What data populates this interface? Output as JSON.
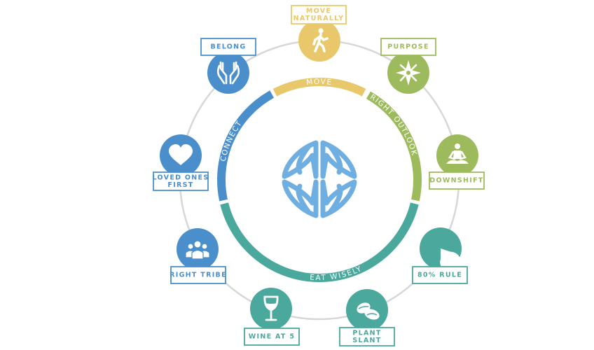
{
  "colors": {
    "yellow": "#E8C86A",
    "green": "#9DBB5C",
    "teal": "#4AA89C",
    "blue": "#4A8FCB",
    "logo": "#6FAEE0",
    "ring": "#d7d7d7"
  },
  "segments": [
    {
      "name": "move",
      "label": "MOVE",
      "color": "yellow"
    },
    {
      "name": "right-outlook",
      "label": "RIGHT OUTLOOK",
      "color": "green"
    },
    {
      "name": "eat-wisely",
      "label": "EAT WISELY",
      "color": "teal"
    },
    {
      "name": "connect",
      "label": "CONNECT",
      "color": "blue"
    }
  ],
  "nodes": [
    {
      "name": "move-naturally",
      "lines": [
        "MOVE",
        "NATURALLY"
      ],
      "color": "yellow",
      "icon": "walking-person-icon"
    },
    {
      "name": "purpose",
      "lines": [
        "PURPOSE"
      ],
      "color": "green",
      "icon": "compass-star-icon"
    },
    {
      "name": "downshift",
      "lines": [
        "DOWNSHIFT"
      ],
      "color": "green",
      "icon": "meditating-person-icon"
    },
    {
      "name": "80-rule",
      "lines": [
        "80% RULE"
      ],
      "color": "teal",
      "icon": "pie-80-percent-icon"
    },
    {
      "name": "plant-slant",
      "lines": [
        "PLANT",
        "SLANT"
      ],
      "color": "teal",
      "icon": "beans-icon"
    },
    {
      "name": "wine-at-5",
      "lines": [
        "WINE AT 5"
      ],
      "color": "teal",
      "icon": "wine-glass-icon"
    },
    {
      "name": "right-tribe",
      "lines": [
        "RIGHT TRIBE"
      ],
      "color": "blue",
      "icon": "group-people-icon"
    },
    {
      "name": "loved-ones-first",
      "lines": [
        "LOVED ONES",
        "FIRST"
      ],
      "color": "blue",
      "icon": "heart-icon"
    },
    {
      "name": "belong",
      "lines": [
        "BELONG"
      ],
      "color": "blue",
      "icon": "hands-icon"
    }
  ],
  "center_icon": "blue-zones-logo-icon"
}
